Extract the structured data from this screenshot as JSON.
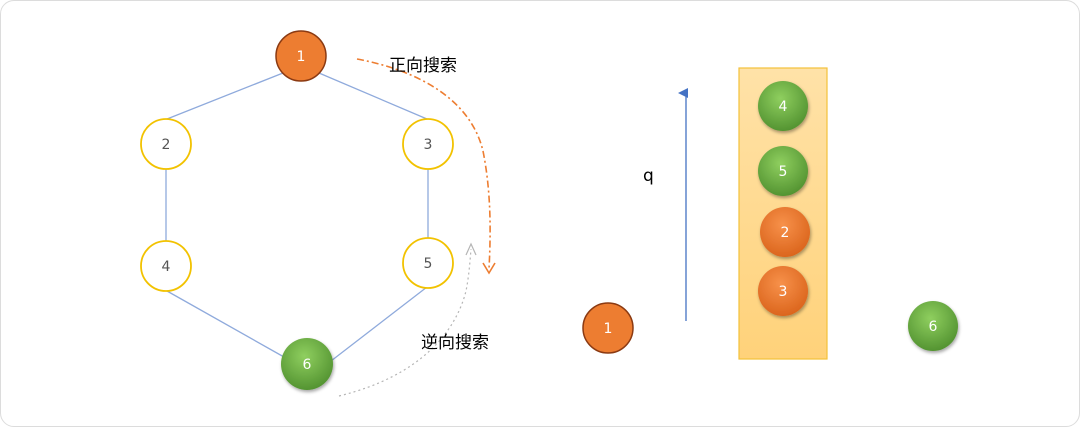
{
  "graph": {
    "nodes": [
      {
        "id": "1",
        "label": "1",
        "state": "orange"
      },
      {
        "id": "2",
        "label": "2",
        "state": "hollow"
      },
      {
        "id": "3",
        "label": "3",
        "state": "hollow"
      },
      {
        "id": "4",
        "label": "4",
        "state": "hollow"
      },
      {
        "id": "5",
        "label": "5",
        "state": "hollow"
      },
      {
        "id": "6",
        "label": "6",
        "state": "green"
      }
    ],
    "edges": [
      [
        "1",
        "2"
      ],
      [
        "1",
        "3"
      ],
      [
        "2",
        "4"
      ],
      [
        "3",
        "5"
      ],
      [
        "4",
        "6"
      ],
      [
        "5",
        "6"
      ]
    ],
    "forward_search_label": "正向搜索",
    "backward_search_label": "逆向搜索"
  },
  "queue": {
    "axis_label": "q",
    "items": [
      {
        "label": "4",
        "state": "green"
      },
      {
        "label": "5",
        "state": "green"
      },
      {
        "label": "2",
        "state": "orange"
      },
      {
        "label": "3",
        "state": "orange"
      }
    ],
    "left_node": {
      "label": "1",
      "state": "orange"
    },
    "right_node": {
      "label": "6",
      "state": "green"
    }
  },
  "colors": {
    "orange": "#ed7d31",
    "orange_stroke": "#8b3a12",
    "green": "#70ad47",
    "hollow_stroke": "#f2c200",
    "edge": "#8faadc",
    "arrow_blue": "#4472c4",
    "queue_fill": "#ffd88a",
    "queue_stroke": "#f4c13a",
    "forward_arrow": "#ed7d31",
    "backward_arrow": "#b5b5b5",
    "label_dark": "#555555",
    "text": "#000000"
  }
}
